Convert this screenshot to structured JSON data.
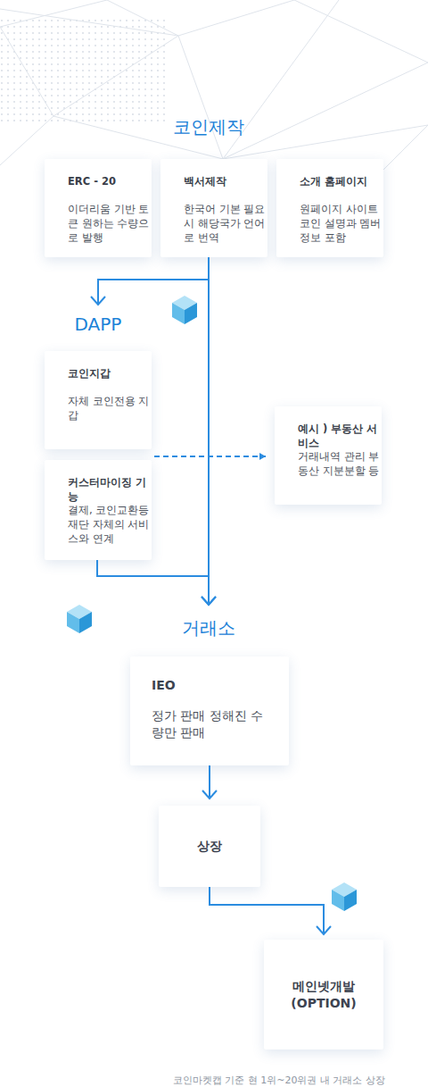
{
  "diagram": {
    "nodes": [
      {
        "text": [
          "코인제작"
        ]
      },
      {
        "text": [
          "ERC - 20",
          "이더리움 기반 토큰 원하는 수량으로 발행"
        ]
      },
      {
        "text": [
          "백서제작",
          "한국어 기본 필요 시 해당국가 언어로 번역"
        ]
      },
      {
        "text": [
          "소개 홈페이지",
          "원페이지 사이트 코인 설명과 멤버 정보 포함"
        ]
      },
      {
        "text": [
          "DAPP"
        ]
      },
      {
        "text": [
          "코인지갑",
          "자체 코인전용 지갑"
        ]
      },
      {
        "text": [
          "커스터마이징 기능",
          "결제, 코인교환등 재단 자체의 서비스와 연계"
        ]
      },
      {
        "text": [
          "예시 ) 부동산 서비스",
          "거래내역 관리 부동산 지분분할 등"
        ]
      },
      {
        "text": [
          "거래소"
        ]
      },
      {
        "text": [
          "IEO",
          "정가 판매 정해진 수량만 판매"
        ]
      },
      {
        "text": [
          "상장"
        ]
      },
      {
        "text": [
          "메인넷개발 (OPTION)"
        ]
      }
    ],
    "edges": [
      {
        "from": 2,
        "to": 4,
        "arrow": "to"
      },
      {
        "from": 2,
        "to": 8,
        "arrow": "to"
      },
      {
        "from": 6,
        "to": 8,
        "arrow": "to"
      },
      {
        "from": 6,
        "to": 7,
        "arrow": "to"
      },
      {
        "from": 9,
        "to": 10,
        "arrow": "to"
      },
      {
        "from": 10,
        "to": 11,
        "arrow": "to"
      }
    ],
    "caption": "코인마켓캡 기준 현 1위~20위권 내 거래소 상장"
  }
}
